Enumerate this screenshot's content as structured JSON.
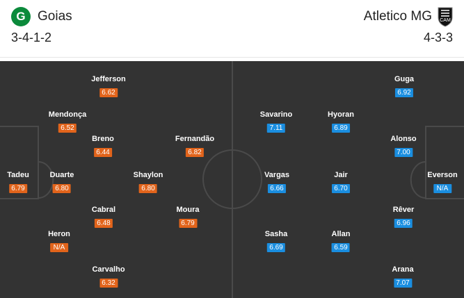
{
  "home": {
    "name": "Goias",
    "formation": "3-4-1-2",
    "logo_letter": "G",
    "color": "#e2641b",
    "players": [
      {
        "name": "Jefferson",
        "rating": "6.62"
      },
      {
        "name": "Mendonça",
        "rating": "6.52"
      },
      {
        "name": "Breno",
        "rating": "6.44"
      },
      {
        "name": "Fernandão",
        "rating": "6.82"
      },
      {
        "name": "Tadeu",
        "rating": "6.79"
      },
      {
        "name": "Duarte",
        "rating": "6.80"
      },
      {
        "name": "Shaylon",
        "rating": "6.80"
      },
      {
        "name": "Cabral",
        "rating": "6.48"
      },
      {
        "name": "Moura",
        "rating": "6.79"
      },
      {
        "name": "Heron",
        "rating": "N/A"
      },
      {
        "name": "Carvalho",
        "rating": "6.32"
      }
    ]
  },
  "away": {
    "name": "Atletico MG",
    "formation": "4-3-3",
    "color": "#1a8ee0",
    "players": [
      {
        "name": "Guga",
        "rating": "6.92"
      },
      {
        "name": "Savarino",
        "rating": "7.11"
      },
      {
        "name": "Hyoran",
        "rating": "6.89"
      },
      {
        "name": "Alonso",
        "rating": "7.00"
      },
      {
        "name": "Vargas",
        "rating": "6.66"
      },
      {
        "name": "Jair",
        "rating": "6.70"
      },
      {
        "name": "Everson",
        "rating": "N/A"
      },
      {
        "name": "Rêver",
        "rating": "6.96"
      },
      {
        "name": "Sasha",
        "rating": "6.69"
      },
      {
        "name": "Allan",
        "rating": "6.59"
      },
      {
        "name": "Arana",
        "rating": "7.07"
      }
    ]
  }
}
